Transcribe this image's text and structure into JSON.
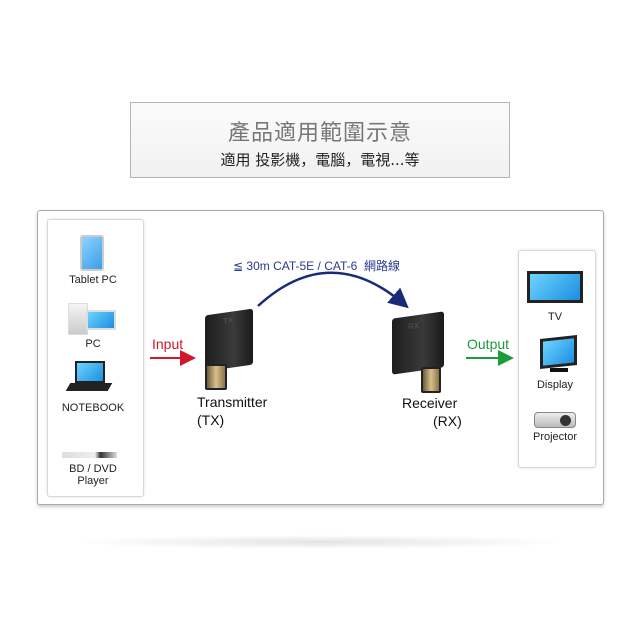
{
  "header": {
    "title": "產品適用範圍示意",
    "subtitle": "適用 投影機，電腦，電視...等"
  },
  "inputs": [
    "Tablet PC",
    "PC",
    "NOTEBOOK",
    "BD / DVD\nPlayer"
  ],
  "outputs": [
    "TV",
    "Display",
    "Projector"
  ],
  "input_label": "Input",
  "output_label": "Output",
  "cable_label": "≦ 30m CAT-5E / CAT-6  網路線",
  "transmitter": {
    "name": "Transmitter",
    "code": "(TX)",
    "marking": "TX"
  },
  "receiver": {
    "name": "Receiver",
    "code": "(RX)",
    "marking": "RX"
  },
  "colors": {
    "input": "#d0182a",
    "output": "#1c9a3c",
    "cable": "#1a2a7a",
    "cable_text": "#2b3a8c"
  }
}
